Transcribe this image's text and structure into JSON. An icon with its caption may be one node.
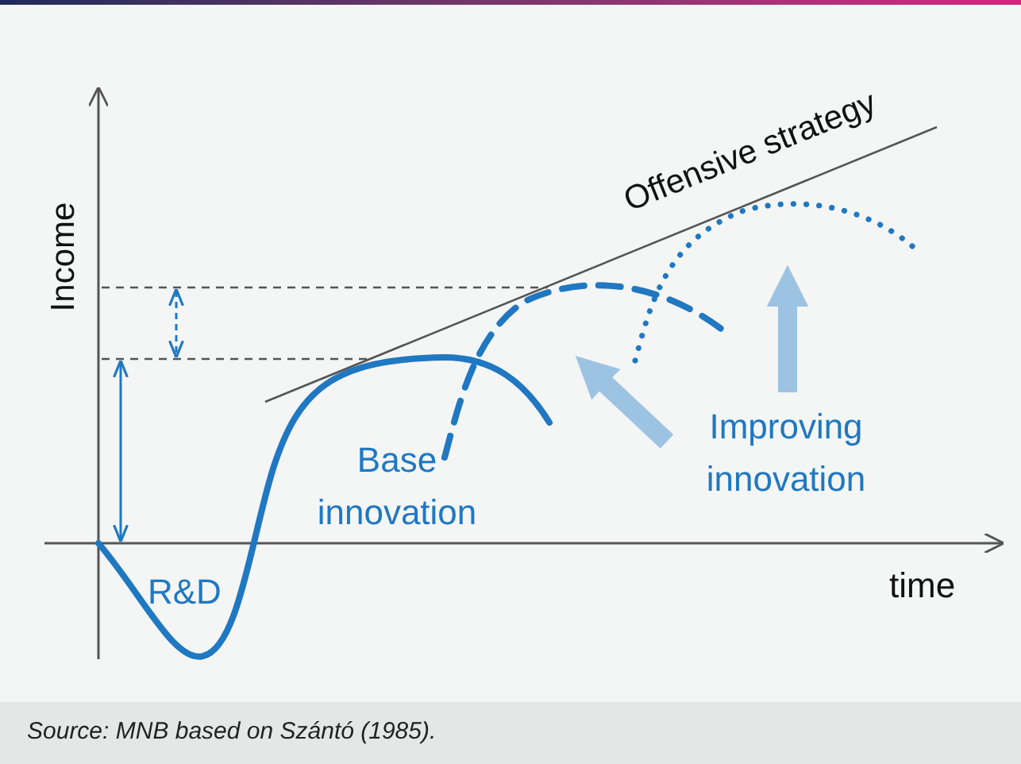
{
  "diagram": {
    "caption": "Source: MNB based on Szántó (1985).",
    "labels": [
      "Offensive strategy",
      "Income",
      "Base innovation",
      "Improving innovation",
      "time",
      "R&D"
    ]
  }
}
